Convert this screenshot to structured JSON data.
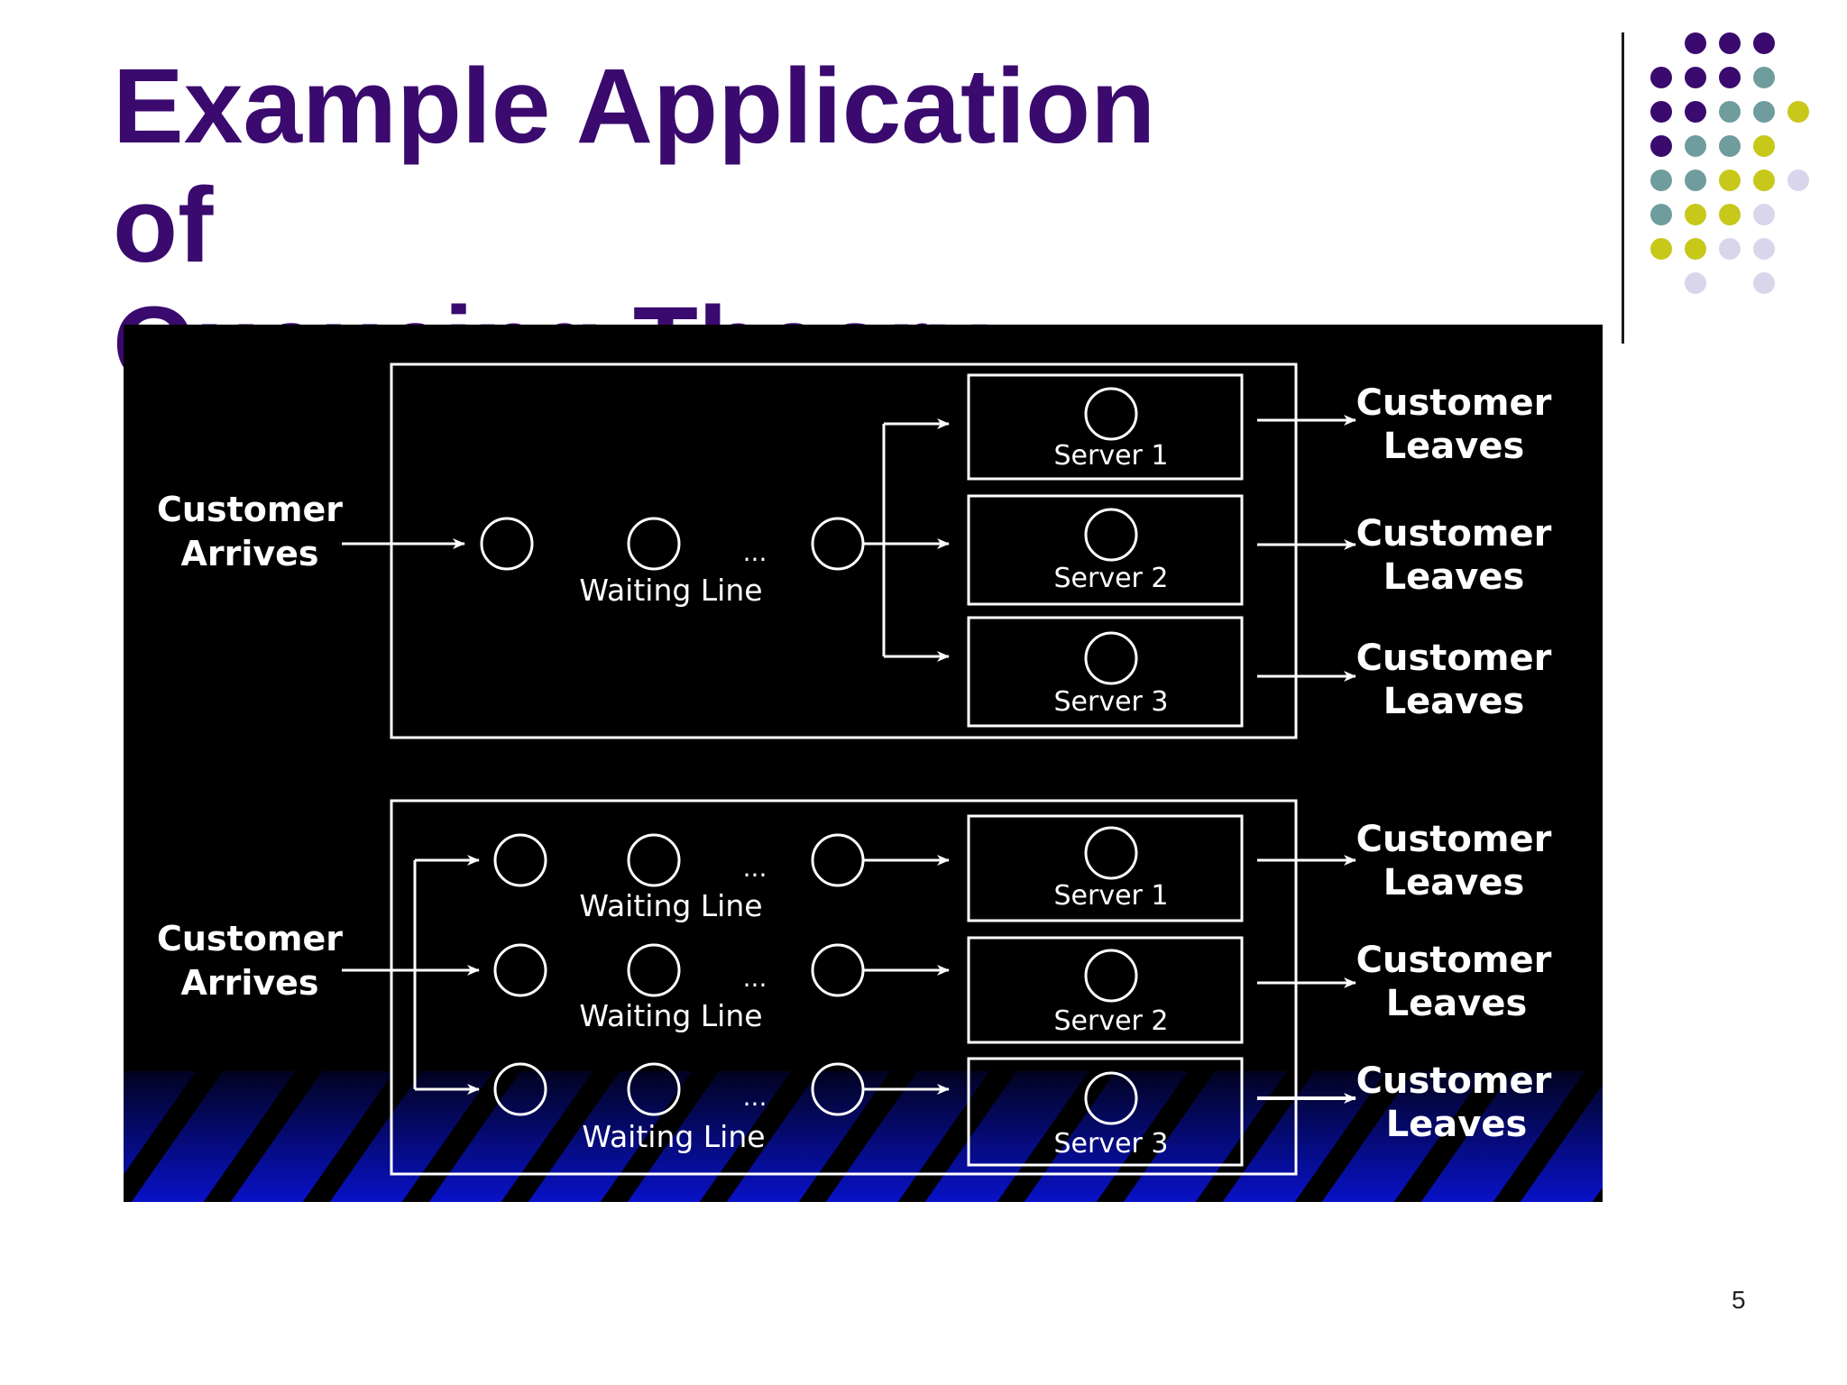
{
  "slide": {
    "title_line1": "Example Application of",
    "title_line2": "Queueing Theory",
    "page_number": "5"
  },
  "decor": {
    "dot_colors": [
      "#3a0a6e",
      "#6f9c9c",
      "#c8c81a",
      "#d9d6ec"
    ]
  },
  "diagram": {
    "arrives_top": [
      "Customer",
      "Arrives"
    ],
    "arrives_bottom": [
      "Customer",
      "Arrives"
    ],
    "top_waiting_line": "Waiting Line",
    "ellipsis": "...",
    "top_servers": [
      "Server 1",
      "Server 2",
      "Server 3"
    ],
    "bottom_waiting_lines": [
      "Waiting Line",
      "Waiting Line",
      "Waiting Line"
    ],
    "bottom_servers": [
      "Server 1",
      "Server 2",
      "Server 3"
    ],
    "leaves": [
      [
        "Customer",
        "Leaves"
      ],
      [
        "Customer",
        "Leaves"
      ],
      [
        "Customer",
        "Leaves"
      ],
      [
        "Customer",
        "Leaves"
      ],
      [
        "Customer",
        "Leaves"
      ],
      [
        "Customer",
        "Leaves"
      ]
    ],
    "colors": {
      "background": "#000000",
      "stripe_blue": "#0a14e6",
      "line": "#ffffff"
    }
  }
}
